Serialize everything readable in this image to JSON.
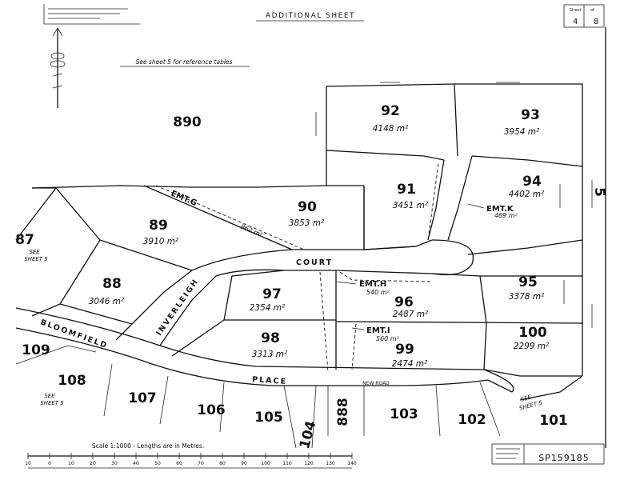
{
  "header": {
    "title": "ADDITIONAL SHEET",
    "sheet_label": "Sheet",
    "sheet_of": "of",
    "sheet_number": "4",
    "sheet_total": "8",
    "ref_note": "See sheet 5 for reference tables"
  },
  "lots": [
    {
      "number": "890",
      "area": ""
    },
    {
      "number": "92",
      "area": "4148 m²"
    },
    {
      "number": "93",
      "area": "3954 m²"
    },
    {
      "number": "91",
      "area": "3451 m²"
    },
    {
      "number": "94",
      "area": "4402 m²"
    },
    {
      "number": "90",
      "area": "3853 m²"
    },
    {
      "number": "89",
      "area": "3910 m²"
    },
    {
      "number": "87",
      "area": ""
    },
    {
      "number": "88",
      "area": "3046 m²"
    },
    {
      "number": "97",
      "area": "2354 m²"
    },
    {
      "number": "96",
      "area": "2487 m²"
    },
    {
      "number": "95",
      "area": "3378 m²"
    },
    {
      "number": "98",
      "area": "3313 m²"
    },
    {
      "number": "99",
      "area": "2474 m²"
    },
    {
      "number": "100",
      "area": "2299 m²"
    },
    {
      "number": "109",
      "area": ""
    },
    {
      "number": "108",
      "area": ""
    },
    {
      "number": "107",
      "area": ""
    },
    {
      "number": "106",
      "area": ""
    },
    {
      "number": "105",
      "area": ""
    },
    {
      "number": "104",
      "area": ""
    },
    {
      "number": "888",
      "area": ""
    },
    {
      "number": "103",
      "area": ""
    },
    {
      "number": "102",
      "area": ""
    },
    {
      "number": "101",
      "area": ""
    },
    {
      "number": "5",
      "area": ""
    }
  ],
  "easements": [
    {
      "label": "EMT.G",
      "area": "862 m²"
    },
    {
      "label": "EMT.K",
      "area": "489 m²"
    },
    {
      "label": "EMT.H",
      "area": "540 m²"
    },
    {
      "label": "EMT.I",
      "area": "560 m²"
    }
  ],
  "streets": {
    "court": "COURT",
    "inverleigh": "INVERLEIGH",
    "bloomfield": "BLOOMFIELD",
    "place": "PLACE",
    "new_road": "NEW ROAD"
  },
  "see_sheet_labels": {
    "see": "SEE",
    "sheet_5": "SHEET 5"
  },
  "scale_bar": {
    "caption": "Scale 1:1000 - Lengths are in Metres.",
    "ticks": [
      "10",
      "0",
      "10",
      "20",
      "30",
      "40",
      "50",
      "60",
      "70",
      "80",
      "90",
      "100",
      "110",
      "120",
      "130",
      "140"
    ]
  },
  "plan_number": "SP159185"
}
